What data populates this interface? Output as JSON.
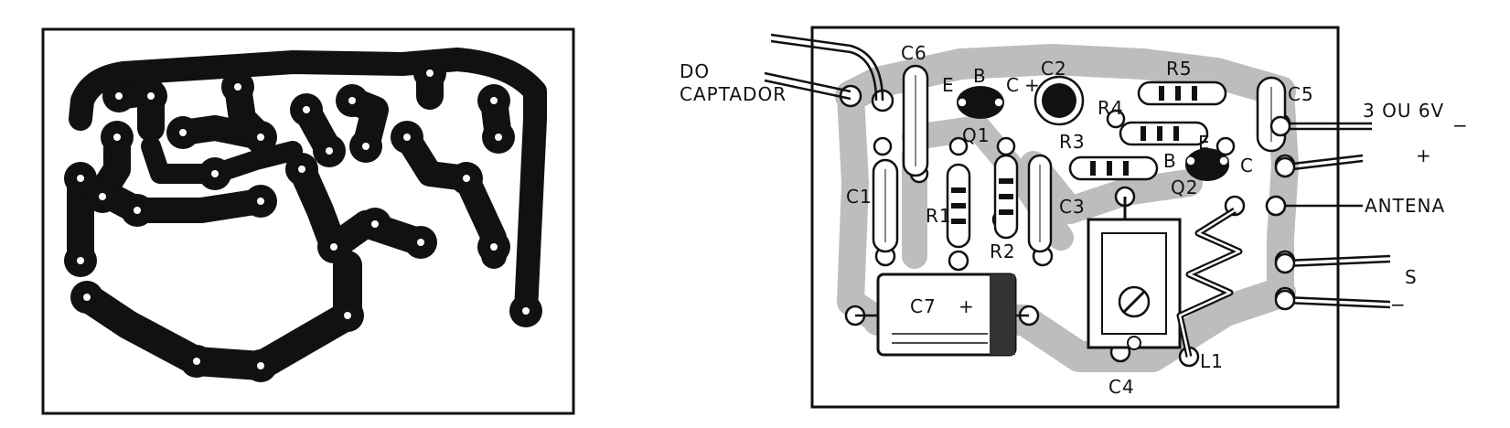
{
  "colors": {
    "ink": "#111111",
    "board_shade": "#bdbdbd",
    "paper": "#ffffff"
  },
  "labels": {
    "input_line1": "DO",
    "input_line2": "CAPTADOR",
    "supply_voltage": "3 OU 6V",
    "supply_minus": "−",
    "supply_plus": "+",
    "antenna": "ANTENA",
    "output": "S",
    "output_minus": "−"
  },
  "components": {
    "C1": "C1",
    "C2": "C2",
    "C3": "C3",
    "C4": "C4",
    "C5": "C5",
    "C6": "C6",
    "C7": "C7",
    "C2_polarity": "+",
    "C7_polarity": "+",
    "R1": "R1",
    "R2": "R2",
    "R3": "R3",
    "R4": "R4",
    "R5": "R5",
    "Q1": "Q1",
    "Q2": "Q2",
    "L1": "L1",
    "Q1_pins": {
      "e": "E",
      "b": "B",
      "c": "C"
    },
    "Q2_pins": {
      "e": "E",
      "b": "B",
      "c": "C"
    }
  }
}
